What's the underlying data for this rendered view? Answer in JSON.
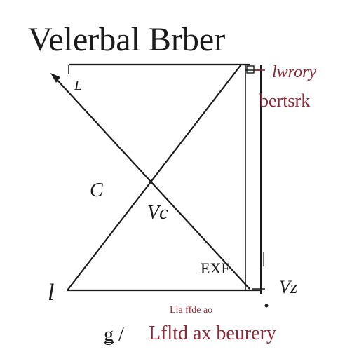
{
  "title": "Velerbal Brber",
  "labels": {
    "top_left": "L",
    "left_mid": "C",
    "center": "Vc",
    "bottom_left": "l",
    "bottom_right": "Vz",
    "bottom_inner": "EXF"
  },
  "annotations": {
    "top_right_line1": "lwrory",
    "top_right_line2": "bertsrk",
    "bottom_small": "Lla ffde ao",
    "bottom_large": "Lfltd ax beurery",
    "bottom_left_mark": "ǥ /"
  },
  "colors": {
    "ink": "#1a1a1a",
    "accent": "#8b2a35"
  }
}
